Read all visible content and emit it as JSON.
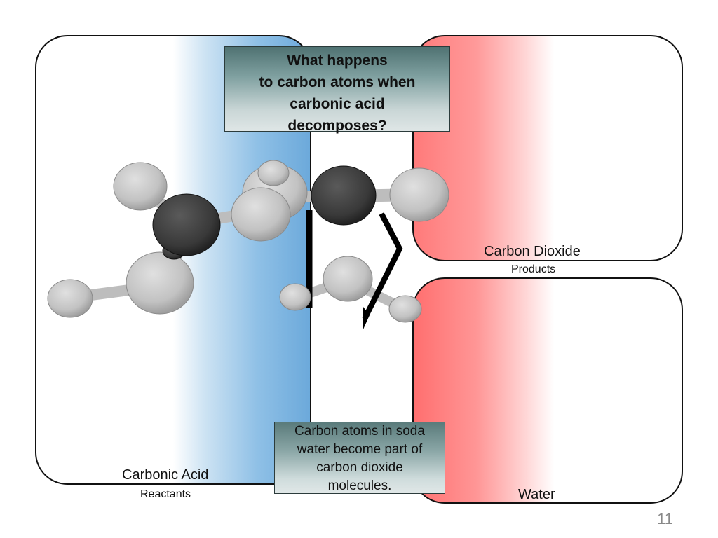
{
  "question": {
    "lines": [
      "What happens",
      "to carbon atoms when",
      "carbonic acid",
      "decomposes?"
    ]
  },
  "answer": {
    "lines": [
      "Carbon atoms in soda",
      "water become part of",
      "carbon dioxide",
      "molecules."
    ]
  },
  "panels": {
    "reactants": {
      "title": "Carbonic Acid",
      "subtitle": "Reactants"
    },
    "products_co2": {
      "title": "Carbon Dioxide",
      "subtitle": "Products"
    },
    "products_water": {
      "title": "Water"
    }
  },
  "page_number": "11",
  "colors": {
    "reactant_blue": "#6aa8da",
    "product_red": "#ff7a7a",
    "carbon_atom": "#3a3a3a",
    "other_atom": "#c4c4c4",
    "box_teal": "#4f7272"
  }
}
